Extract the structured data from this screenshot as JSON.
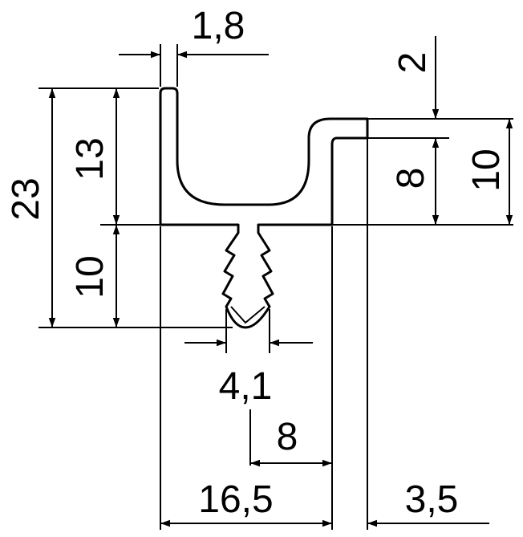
{
  "dimensions": {
    "wall_thickness": "1,8",
    "lip_offset": "2",
    "total_height": "23",
    "upper_height": "13",
    "lower_height": "10",
    "right_step": "8",
    "right_height": "10",
    "barb_width": "4,1",
    "barb_offset": "8",
    "base_width": "16,5",
    "lip_width": "3,5"
  },
  "colors": {
    "ink": "#000000",
    "paper": "#ffffff"
  }
}
